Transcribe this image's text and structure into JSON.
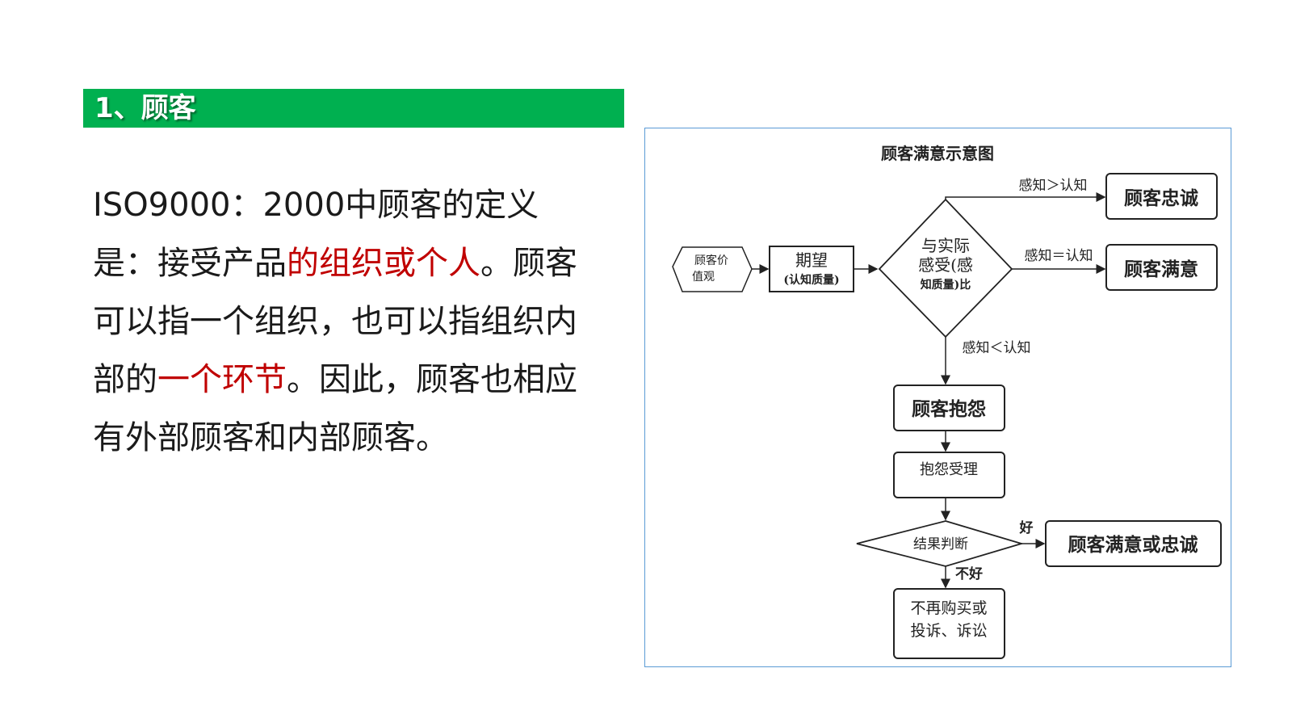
{
  "header": {
    "title": "1、顾客",
    "color": "#00b050"
  },
  "paragraph": {
    "p1": "ISO9000：2000中顾客的定义是：接受产品",
    "h1": "的组织或个人",
    "p2": "。顾客可以指一个组织，也可以指组织内部的",
    "h2": "一个环节",
    "p3": "。因此，顾客也相应有外部顾客和内部顾客。",
    "highlight_color": "#c00000"
  },
  "diagram": {
    "title": "顾客满意示意图",
    "nodes": {
      "value_line1": "顾客价",
      "value_line2": "值观",
      "expect_line1": "期望",
      "expect_line2": "(认知质量)",
      "compare_line1": "与实际",
      "compare_line2": "感受(感",
      "compare_line3": "知质量)比",
      "loyal": "顾客忠诚",
      "satisfied": "顾客满意",
      "complain": "顾客抱怨",
      "handle": "抱怨受理",
      "judge": "结果判断",
      "result_good": "顾客满意或忠诚",
      "result_bad_line1": "不再购买或",
      "result_bad_line2": "投诉、诉讼"
    },
    "edges": {
      "greater": "感知＞认知",
      "equal": "感知＝认知",
      "less": "感知＜认知",
      "good": "好",
      "bad": "不好"
    }
  }
}
